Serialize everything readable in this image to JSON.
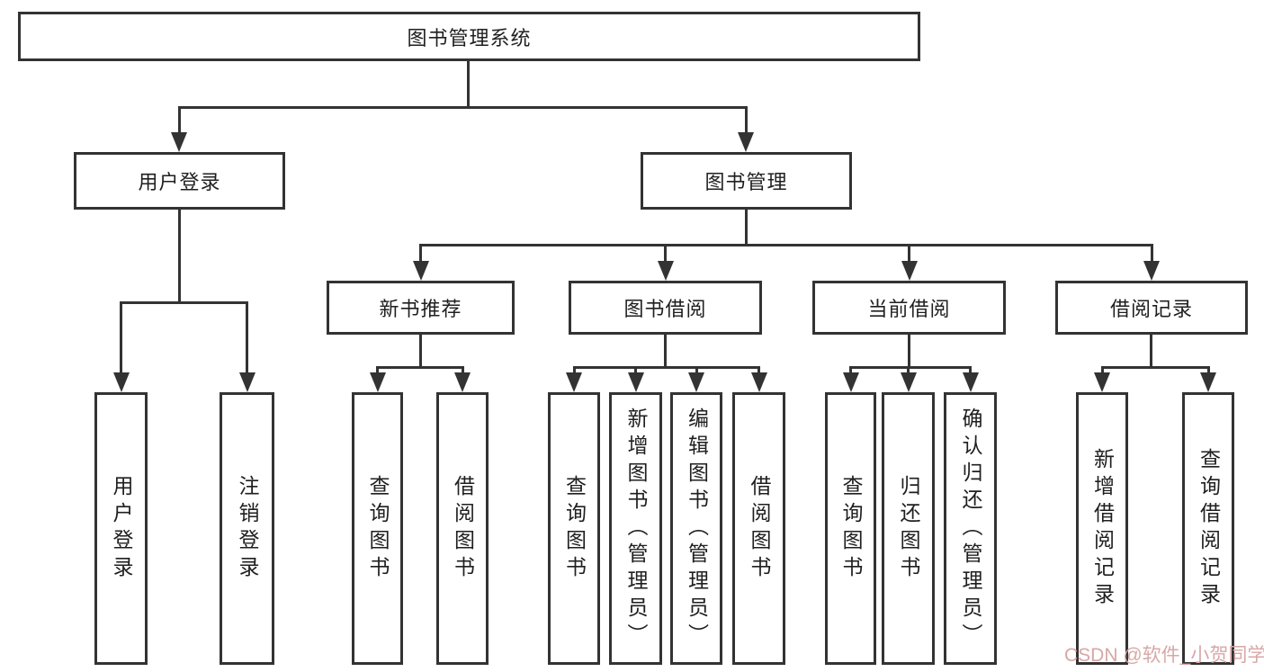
{
  "colors": {
    "line": "#333333",
    "text": "#1f1f1f",
    "watermark": "#d8a7a7",
    "background": "#ffffff"
  },
  "watermark": {
    "text": "CSDN @软件_小贺同学"
  },
  "nodes": {
    "root": {
      "label": "图书管理系统"
    },
    "user_login": {
      "label": "用户登录"
    },
    "book_mgmt": {
      "label": "图书管理"
    },
    "new_book_rec": {
      "label": "新书推荐"
    },
    "book_borrow": {
      "label": "图书借阅"
    },
    "current_borrow": {
      "label": "当前借阅"
    },
    "borrow_record": {
      "label": "借阅记录"
    },
    "leaf_user_login": {
      "label": "用户登录"
    },
    "leaf_logout": {
      "label": "注销登录"
    },
    "leaf_query_books_rec": {
      "label": "查询图书"
    },
    "leaf_borrow_books_rec": {
      "label": "借阅图书"
    },
    "leaf_query_books_borrow": {
      "label": "查询图书"
    },
    "leaf_add_books": {
      "label": "新增图书（管理员）"
    },
    "leaf_edit_books": {
      "label": "编辑图书（管理员）"
    },
    "leaf_borrow_books_borrow": {
      "label": "借阅图书"
    },
    "leaf_query_books_current": {
      "label": "查询图书"
    },
    "leaf_return_books": {
      "label": "归还图书"
    },
    "leaf_confirm_return": {
      "label": "确认归还（管理员）"
    },
    "leaf_add_record": {
      "label": "新增借阅记录"
    },
    "leaf_query_record": {
      "label": "查询借阅记录"
    }
  }
}
